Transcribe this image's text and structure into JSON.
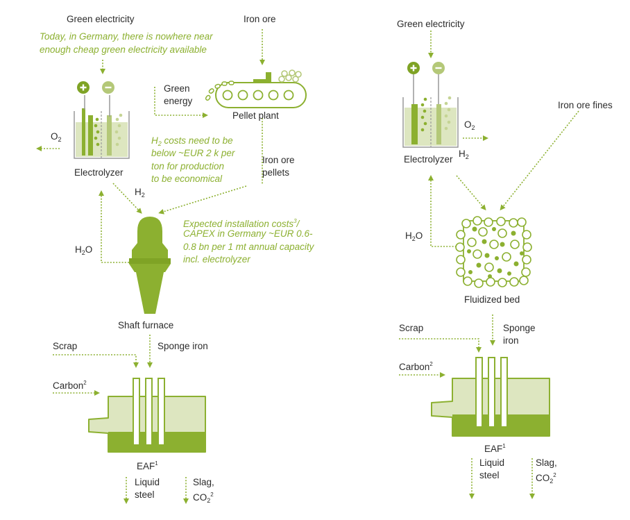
{
  "left": {
    "green_electricity": "Green electricity",
    "note_electricity_1": "Today, in Germany, there is nowhere near",
    "note_electricity_2": "enough cheap green electricity available",
    "iron_ore": "Iron ore",
    "green_energy_1": "Green",
    "green_energy_2": "energy",
    "pellet_plant": "Pellet plant",
    "o2": "O",
    "o2_sub": "2",
    "electrolyzer": "Electrolyzer",
    "h2_note_1a": "H",
    "h2_note_1sub": "2",
    "h2_note_1b": " costs need to be",
    "h2_note_2": "below ~EUR 2 k per",
    "h2_note_3": "ton for production",
    "h2_note_4": "to be economical",
    "iron_ore_pellets_1": "Iron ore",
    "iron_ore_pellets_2": "pellets",
    "h2": "H",
    "h2_sub": "2",
    "capex_1a": "Expected installation costs",
    "capex_1sup": "3",
    "capex_1b": "/",
    "capex_2": "CAPEX in Germany ~EUR 0.6-",
    "capex_3": "0.8 bn per 1 mt annual capacity",
    "capex_4": "incl. electrolyzer",
    "h2o_a": "H",
    "h2o_sub": "2",
    "h2o_b": "O",
    "shaft_furnace": "Shaft furnace",
    "scrap": "Scrap",
    "sponge_iron": "Sponge iron",
    "carbon": "Carbon",
    "carbon_sup": "2",
    "eaf": "EAF",
    "eaf_sup": "1",
    "liquid_steel_1": "Liquid",
    "liquid_steel_2": "steel",
    "slag_1": "Slag,",
    "slag_2a": "CO",
    "slag_2sub": "2",
    "slag_2sup": "2"
  },
  "right": {
    "green_electricity": "Green electricity",
    "iron_ore_fines": "Iron ore fines",
    "o2": "O",
    "o2_sub": "2",
    "electrolyzer": "Electrolyzer",
    "h2": "H",
    "h2_sub": "2",
    "h2o_a": "H",
    "h2o_sub": "2",
    "h2o_b": "O",
    "fluidized_bed": "Fluidized bed",
    "scrap": "Scrap",
    "sponge_iron_1": "Sponge",
    "sponge_iron_2": "iron",
    "carbon": "Carbon",
    "carbon_sup": "2",
    "eaf": "EAF",
    "eaf_sup": "1",
    "liquid_steel_1": "Liquid",
    "liquid_steel_2": "steel",
    "slag_1": "Slag,",
    "slag_2a": "CO",
    "slag_2sub": "2",
    "slag_2sup": "2"
  },
  "colors": {
    "green": "#8cb030",
    "light_green": "#dde6c0",
    "mid_green": "#b4c878",
    "dark_green": "#7fa325",
    "grey_line": "#999999",
    "text": "#2b2b2b"
  }
}
